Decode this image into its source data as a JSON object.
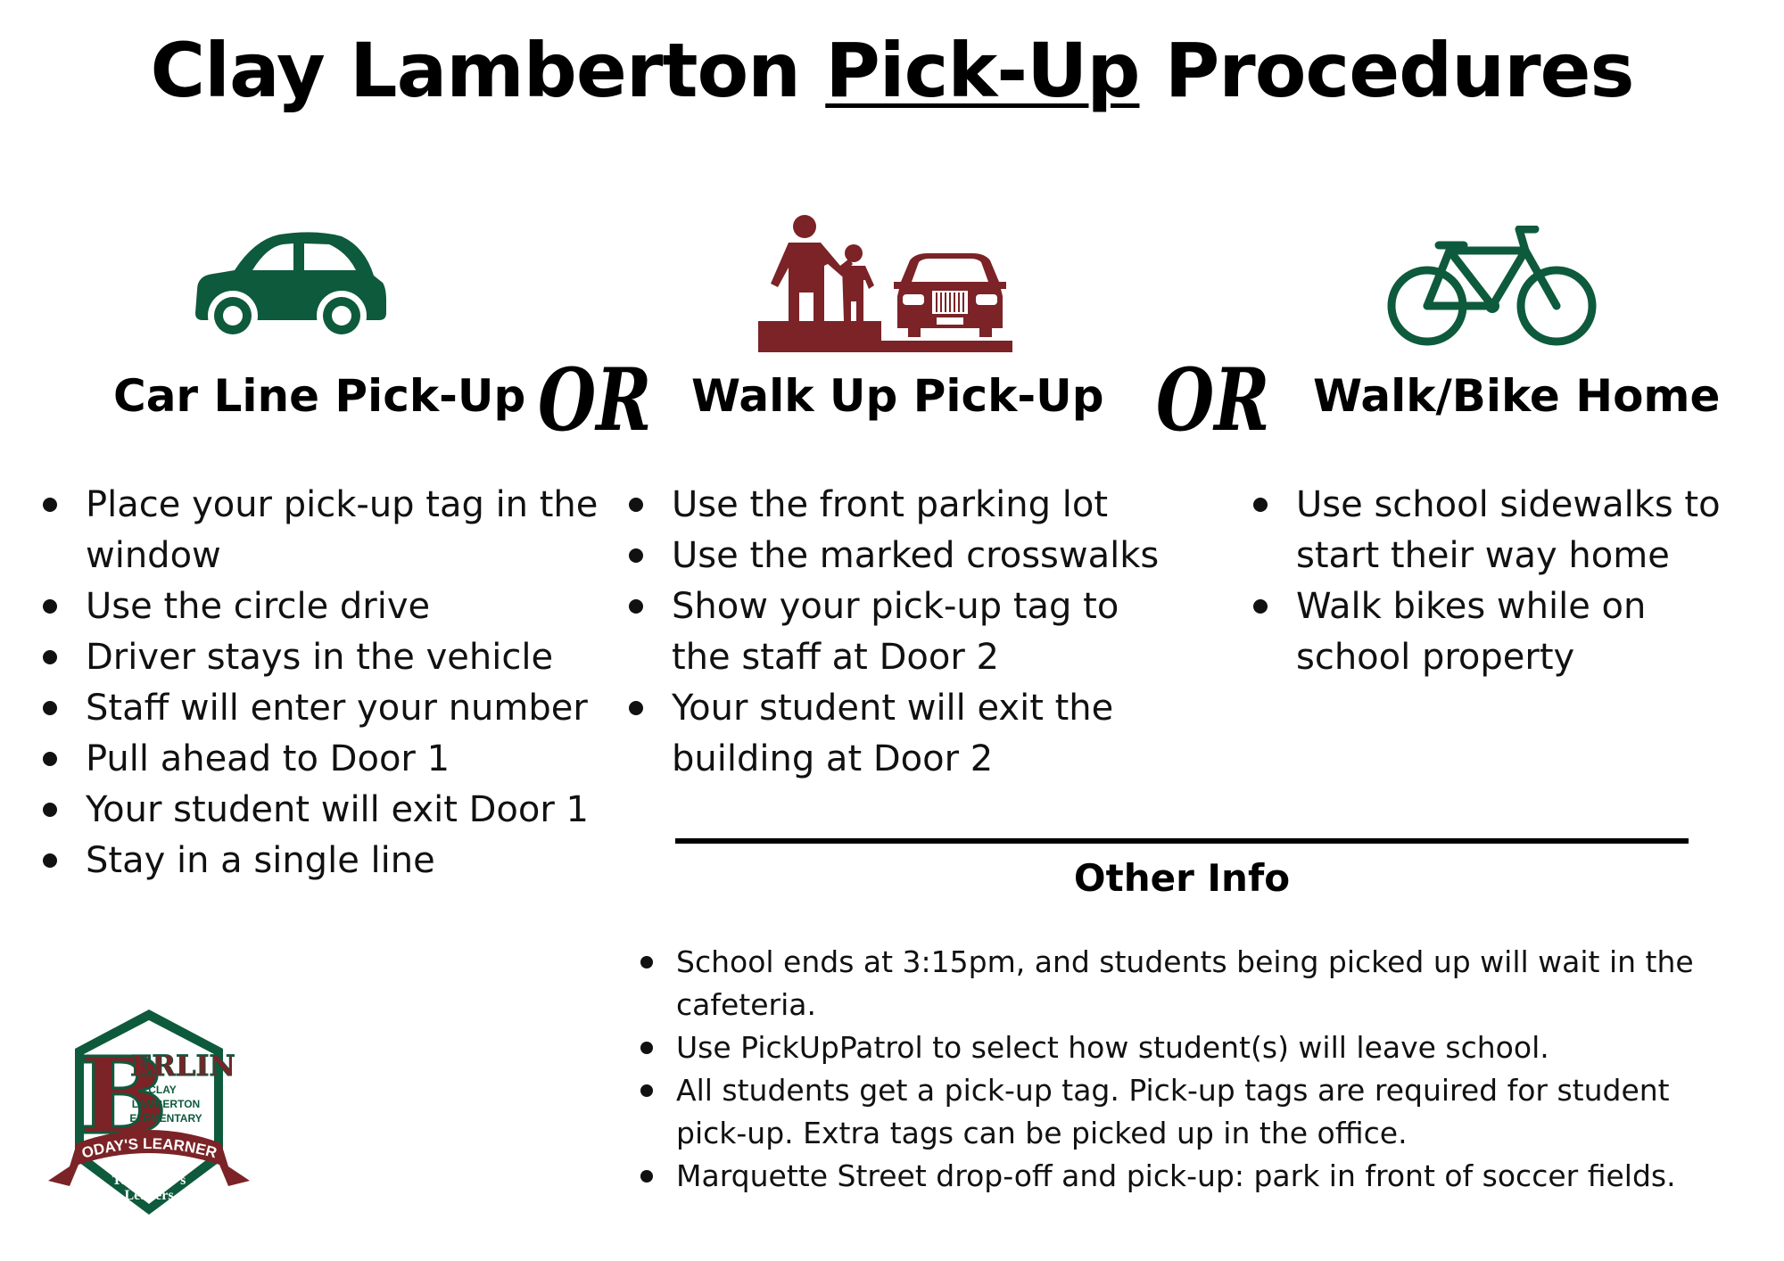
{
  "title": {
    "part1": "Clay Lamberton ",
    "part2": "Pick-Up",
    "part3": " Procedures"
  },
  "columns": [
    {
      "heading": "Car Line Pick-Up",
      "icon": "car-icon",
      "items": [
        "Place your pick-up tag in the window",
        "Use the circle drive",
        "Driver stays in the vehicle",
        "Staff will enter your number",
        "Pull ahead to Door 1",
        "Your student will exit Door 1",
        "Stay in a single line"
      ]
    },
    {
      "heading": "Walk Up Pick-Up",
      "icon": "parent-child-car-icon",
      "items": [
        "Use the front parking lot",
        "Use the marked crosswalks",
        "Show your pick-up tag to the staff at Door 2",
        "Your student will exit the building at Door 2"
      ]
    },
    {
      "heading": "Walk/Bike Home",
      "icon": "bicycle-icon",
      "items": [
        "Use school sidewalks to start their way home",
        "Walk bikes while on school property"
      ]
    }
  ],
  "separators": [
    "OR",
    "OR"
  ],
  "other_info": {
    "heading": "Other Info",
    "items": [
      "School ends at 3:15pm, and students being picked up will wait in the cafeteria.",
      "Use PickUpPatrol to select how student(s) will leave school.",
      "All students get a pick-up tag. Pick-up tags are required for student pick-up. Extra tags can be picked up in the office.",
      "Marquette Street drop-off and pick-up: park in front of soccer fields."
    ]
  },
  "logo": {
    "letter": "B",
    "word": "ERLIN",
    "line1": "CLAY",
    "line2": "LAMBERTON",
    "line3": "ELEMENTARY",
    "banner": "TODAY'S LEARNERS",
    "motto1": "Tomorrow's",
    "motto2": "Leaders"
  },
  "colors": {
    "green": "#0e5a3c",
    "maroon": "#7b2327"
  }
}
